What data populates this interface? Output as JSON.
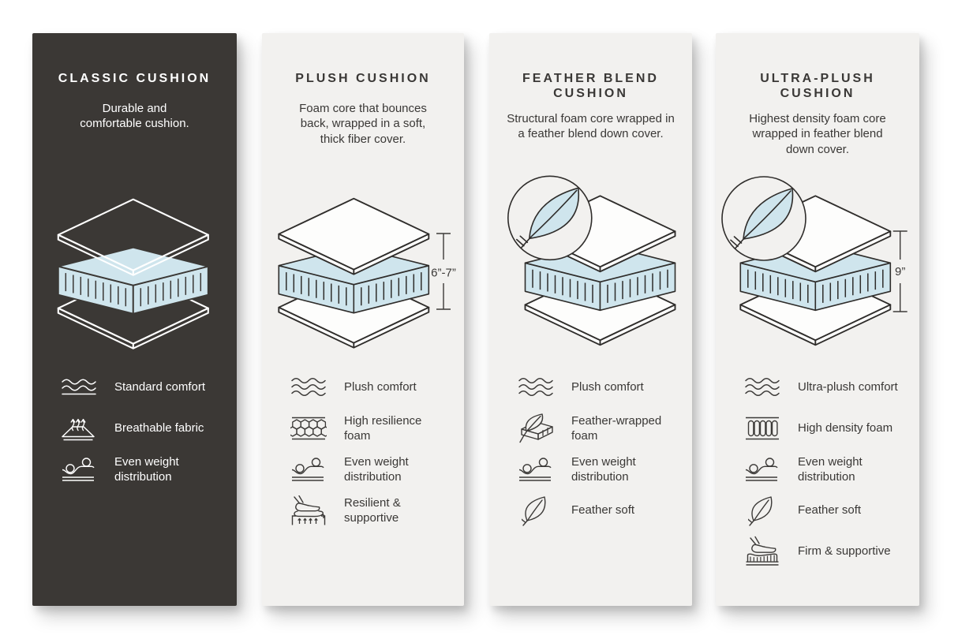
{
  "page": {
    "background": "#ffffff"
  },
  "colors": {
    "dark_card_bg": "#3b3835",
    "light_card_bg": "#f2f1ef",
    "foam_blue": "#cfe5ed",
    "outline_dark": "#2f2d2b",
    "outline_light": "#ffffff"
  },
  "cards": [
    {
      "id": "classic",
      "theme": "dark",
      "title_line1": "CLASSIC CUSHION",
      "title_line2": "",
      "subtitle_lines": [
        "Durable and",
        "comfortable cushion.",
        ""
      ],
      "measurement": "",
      "badge": false,
      "features": [
        {
          "icon": "waves-standard",
          "label_lines": [
            "Standard comfort",
            ""
          ]
        },
        {
          "icon": "breathable",
          "label_lines": [
            "Breathable fabric",
            ""
          ]
        },
        {
          "icon": "even-weight",
          "label_lines": [
            "Even weight",
            "distribution"
          ]
        }
      ]
    },
    {
      "id": "plush",
      "theme": "light",
      "title_line1": "PLUSH CUSHION",
      "title_line2": "",
      "subtitle_lines": [
        "Foam core that bounces",
        "back, wrapped in a soft,",
        "thick fiber cover."
      ],
      "measurement": "6”-7”",
      "badge": false,
      "features": [
        {
          "icon": "waves",
          "label_lines": [
            "Plush comfort",
            ""
          ]
        },
        {
          "icon": "honeycomb",
          "label_lines": [
            "High resilience",
            "foam"
          ]
        },
        {
          "icon": "even-weight",
          "label_lines": [
            "Even weight",
            "distribution"
          ]
        },
        {
          "icon": "resilient",
          "label_lines": [
            "Resilient &",
            "supportive"
          ]
        }
      ]
    },
    {
      "id": "feather-blend",
      "theme": "light",
      "title_line1": "FEATHER BLEND",
      "title_line2": "CUSHION",
      "subtitle_lines": [
        "Structural foam core wrapped in",
        "a feather blend down cover.",
        ""
      ],
      "measurement": "",
      "badge": true,
      "features": [
        {
          "icon": "waves",
          "label_lines": [
            "Plush comfort",
            ""
          ]
        },
        {
          "icon": "feather-foam",
          "label_lines": [
            "Feather-wrapped",
            "foam"
          ]
        },
        {
          "icon": "even-weight",
          "label_lines": [
            "Even weight",
            "distribution"
          ]
        },
        {
          "icon": "feather",
          "label_lines": [
            "Feather soft",
            ""
          ]
        }
      ]
    },
    {
      "id": "ultra-plush",
      "theme": "light",
      "title_line1": "ULTRA-PLUSH",
      "title_line2": "CUSHION",
      "subtitle_lines": [
        "Highest density foam core",
        "wrapped in feather blend",
        "down cover."
      ],
      "measurement": "9”",
      "badge": true,
      "features": [
        {
          "icon": "waves",
          "label_lines": [
            "Ultra-plush comfort",
            ""
          ]
        },
        {
          "icon": "density",
          "label_lines": [
            "High density foam",
            ""
          ]
        },
        {
          "icon": "even-weight",
          "label_lines": [
            "Even weight",
            "distribution"
          ]
        },
        {
          "icon": "feather",
          "label_lines": [
            "Feather soft",
            ""
          ]
        },
        {
          "icon": "firm",
          "label_lines": [
            "Firm & supportive",
            ""
          ]
        }
      ]
    }
  ]
}
